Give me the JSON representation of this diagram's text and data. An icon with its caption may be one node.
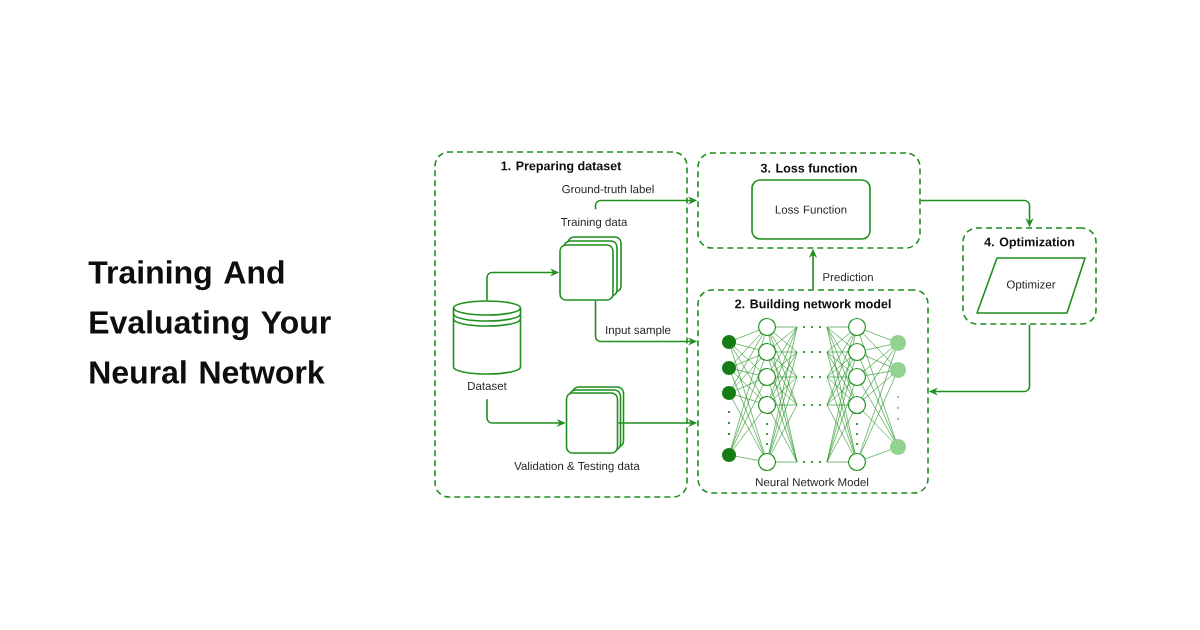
{
  "diagram": {
    "title": "Training And Evaluating Your Neural Network",
    "nodes": [
      {
        "text": [
          "1. Preparing dataset"
        ]
      },
      {
        "text": [
          "Dataset"
        ],
        "in": 0
      },
      {
        "text": [
          "Training data"
        ],
        "in": 0
      },
      {
        "text": [
          "Validation & Testing data"
        ],
        "in": 0
      },
      {
        "text": [
          "3. Loss function"
        ]
      },
      {
        "text": [
          "Loss Function"
        ],
        "in": 4
      },
      {
        "text": [
          "2. Building network model"
        ]
      },
      {
        "text": [
          "Neural Network Model"
        ],
        "in": 6
      },
      {
        "text": [
          "4. Optimization"
        ]
      },
      {
        "text": [
          "Optimizer"
        ],
        "in": 8
      }
    ],
    "edges": [
      {
        "from": 1,
        "to": 2,
        "arrow": "to"
      },
      {
        "from": 1,
        "to": 3,
        "arrow": "to"
      },
      {
        "from": 2,
        "to": 4,
        "arrow": "to",
        "label": "Ground-truth label"
      },
      {
        "from": 2,
        "to": 6,
        "arrow": "to",
        "label": "Input sample"
      },
      {
        "from": 3,
        "to": 6,
        "arrow": "to"
      },
      {
        "from": 6,
        "to": 4,
        "arrow": "to",
        "label": "Prediction"
      },
      {
        "from": 4,
        "to": 8,
        "arrow": "to"
      },
      {
        "from": 8,
        "to": 6,
        "arrow": "to"
      }
    ]
  }
}
